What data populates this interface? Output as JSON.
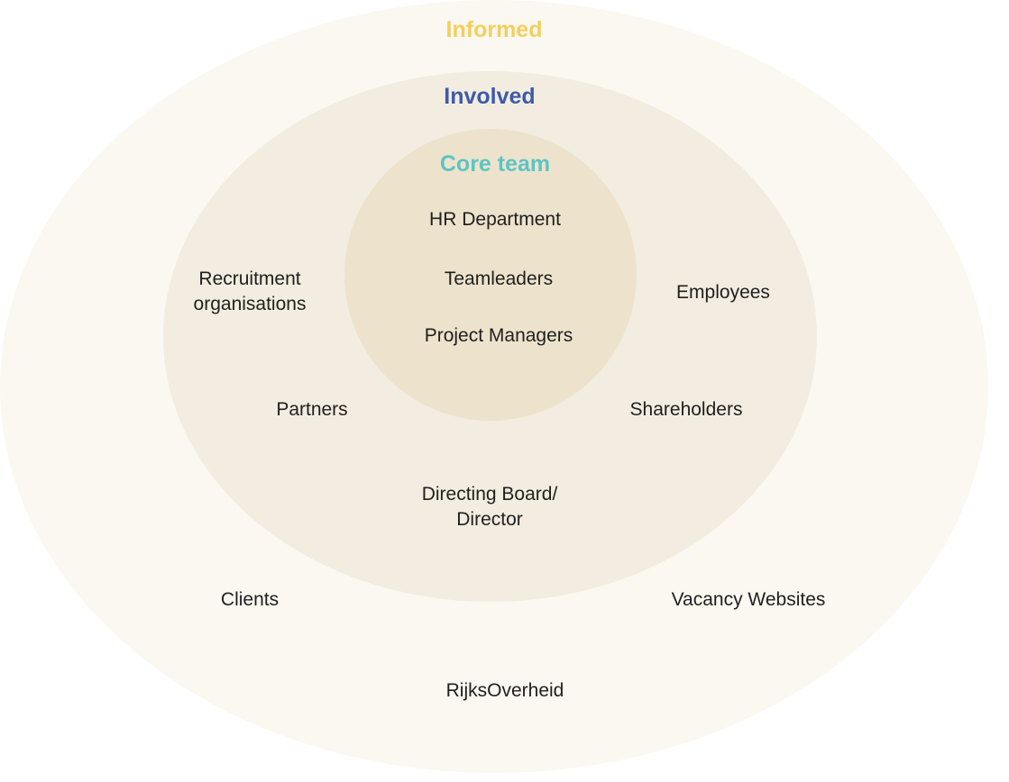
{
  "colors": {
    "informed": "#f3cf5e",
    "involved": "#3f5aa8",
    "core_team": "#5ec4c4",
    "outer_ring": "#faf8f0",
    "middle_ring": "#f2ede0",
    "inner_ring": "#ede3cc"
  },
  "rings": {
    "informed": {
      "title": "Informed",
      "members": {
        "clients": "Clients",
        "vacancy_websites": "Vacancy Websites",
        "rijksoverheid": "RijksOverheid"
      }
    },
    "involved": {
      "title": "Involved",
      "members": {
        "recruitment_organisations": "Recruitment\norganisations",
        "employees": "Employees",
        "partners": "Partners",
        "shareholders": "Shareholders",
        "directing_board": "Directing Board/\nDirector"
      }
    },
    "core_team": {
      "title": "Core team",
      "members": {
        "hr_department": "HR Department",
        "teamleaders": "Teamleaders",
        "project_managers": "Project Managers"
      }
    }
  }
}
